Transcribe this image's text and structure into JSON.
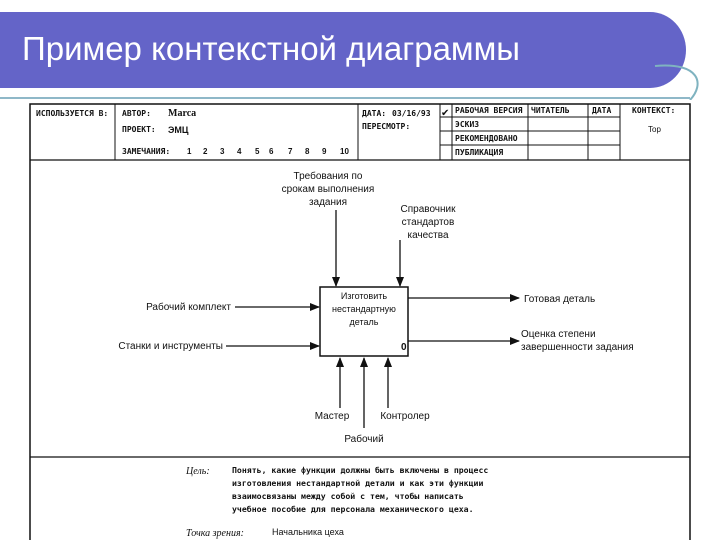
{
  "slide": {
    "title": "Пример контекстной диаграммы",
    "accent_color": "#6464c8"
  },
  "form": {
    "used_at_label": "ИСПОЛЬЗУЕТСЯ В:",
    "author_label": "АВТОР:",
    "author_value": "Marca",
    "project_label": "ПРОЕКТ:",
    "project_value": "ЭМЦ",
    "notes_label": "ЗАМЕЧАНИЯ:",
    "notes_numbers": [
      "1",
      "2",
      "3",
      "4",
      "5",
      "6",
      "7",
      "8",
      "9",
      "10"
    ],
    "date_label": "ДАТА:",
    "date_value": "03/16/93",
    "review_label": "ПЕРЕСМОТР:",
    "status_items": [
      "РАБОЧАЯ ВЕРСИЯ",
      "ЭСКИЗ",
      "РЕКОМЕНДОВАНО",
      "ПУБЛИКАЦИЯ"
    ],
    "status_checked": "✔",
    "reader_label": "ЧИТАТЕЛЬ",
    "reader_date_label": "ДАТА",
    "context_label": "КОНТЕКСТ:",
    "context_value": "Top"
  },
  "diagram": {
    "function_lines": [
      "Изготовить",
      "нестандартную",
      "деталь"
    ],
    "function_number": "0",
    "controls": [
      {
        "lines": [
          "Требования по",
          "срокам выполнения",
          "задания"
        ]
      },
      {
        "lines": [
          "Справочник",
          "стандартов",
          "качества"
        ]
      }
    ],
    "inputs": [
      "Рабочий комплект",
      "Станки и инструменты"
    ],
    "outputs": [
      {
        "lines": [
          "Готовая деталь"
        ]
      },
      {
        "lines": [
          "Оценка степени",
          "завершенности задания"
        ]
      }
    ],
    "mechanisms": [
      "Мастер",
      "Контролер",
      "Рабочий"
    ]
  },
  "footer": {
    "purpose_label": "Цель:",
    "purpose_lines": [
      "Понять, какие функции должны быть включены в процесс",
      "изготовления нестандартной детали и как эти функции",
      "взаимосвязаны между собой с тем, чтобы написать",
      "учебное пособие для персонала механического цеха."
    ],
    "viewpoint_label": "Точка зрения:",
    "viewpoint_value": "Начальника цеха"
  }
}
